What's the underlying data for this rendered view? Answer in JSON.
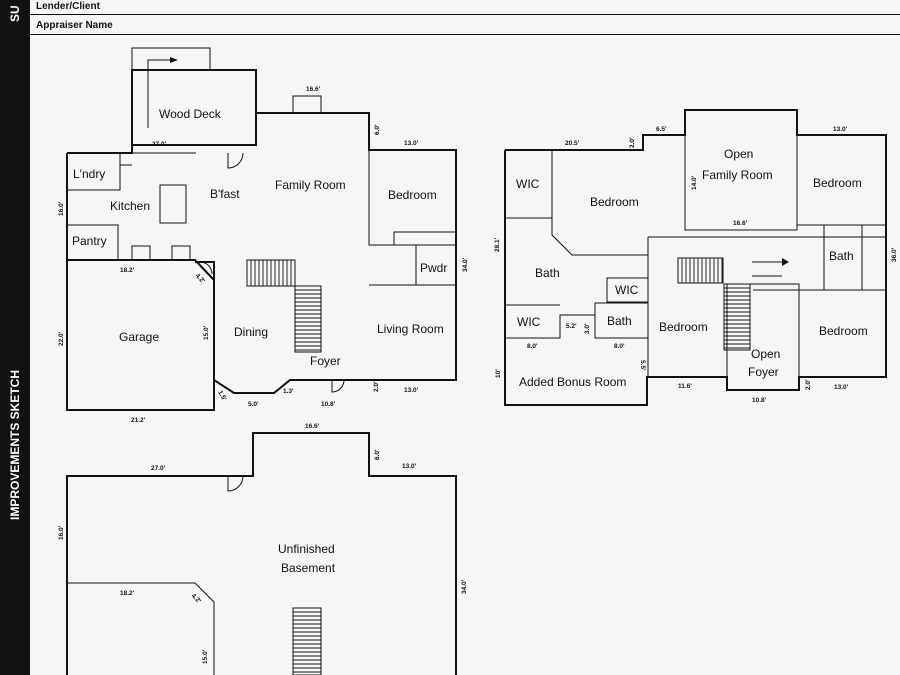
{
  "header": {
    "sidebar_top": "SU",
    "sidebar_section": "IMPROVEMENTS SKETCH",
    "lender_label": "Lender/Client",
    "appraiser_label": "Appraiser Name"
  },
  "main_floor": {
    "rooms": {
      "wood_deck": "Wood Deck",
      "laundry": "L'ndry",
      "kitchen": "Kitchen",
      "breakfast": "B'fast",
      "family_room": "Family Room",
      "bedroom": "Bedroom",
      "pantry": "Pantry",
      "powder": "Pwdr",
      "garage": "Garage",
      "dining": "Dining",
      "living_room": "Living Room",
      "foyer": "Foyer"
    },
    "dims": {
      "top": "16.6'",
      "deck": "27.0'",
      "bed_top": "13.0'",
      "six_a": "6.0'",
      "left_16": "16.0'",
      "garage_top": "18.2'",
      "garage_left": "22.0'",
      "garage_inner": "15.0'",
      "angle": "4.2'",
      "garage_bottom": "21.2'",
      "right_34": "34.0'",
      "bay_a": "1.5'",
      "bay_b": "5.0'",
      "bay_c": "1.3'",
      "front": "10.8'",
      "two_a": "2.0'",
      "lr_bottom": "13.0'"
    }
  },
  "upper_floor": {
    "rooms": {
      "wic_left": "WIC",
      "bedroom_left": "Bedroom",
      "open_family_1": "Open",
      "open_family_2": "Family Room",
      "bedroom_right": "Bedroom",
      "bath_left": "Bath",
      "bath_right": "Bath",
      "wic_mid": "WIC",
      "wic_low": "WIC",
      "bath_mid": "Bath",
      "bedroom_mid": "Bedroom",
      "open_foyer_1": "Open",
      "open_foyer_2": "Foyer",
      "bedroom_lr": "Bedroom",
      "bonus": "Added Bonus Room"
    },
    "dims": {
      "d205": "20.5'",
      "d2": "2.0'",
      "d65": "6.5'",
      "d13": "13.0'",
      "d14": "14.0'",
      "d166": "16.6'",
      "d281": "28.1'",
      "d36": "36.0'",
      "d52": "5.2'",
      "d30": "3.0'",
      "d8a": "8.0'",
      "d8b": "8.0'",
      "d55": "5.5'",
      "d10": "10'",
      "d116": "11.6'",
      "d108": "10.8'",
      "d2b": "2.0'",
      "d13b": "13.0'"
    }
  },
  "basement": {
    "rooms": {
      "line1": "Unfinished",
      "line2": "Basement"
    },
    "dims": {
      "top": "16.6'",
      "left_top": "27.0'",
      "six": "6.0'",
      "right_top": "13.0'",
      "left_16": "16.0'",
      "d182": "18.2'",
      "d42": "4.2'",
      "d34": "34.0'",
      "d15": "15.0'"
    }
  }
}
